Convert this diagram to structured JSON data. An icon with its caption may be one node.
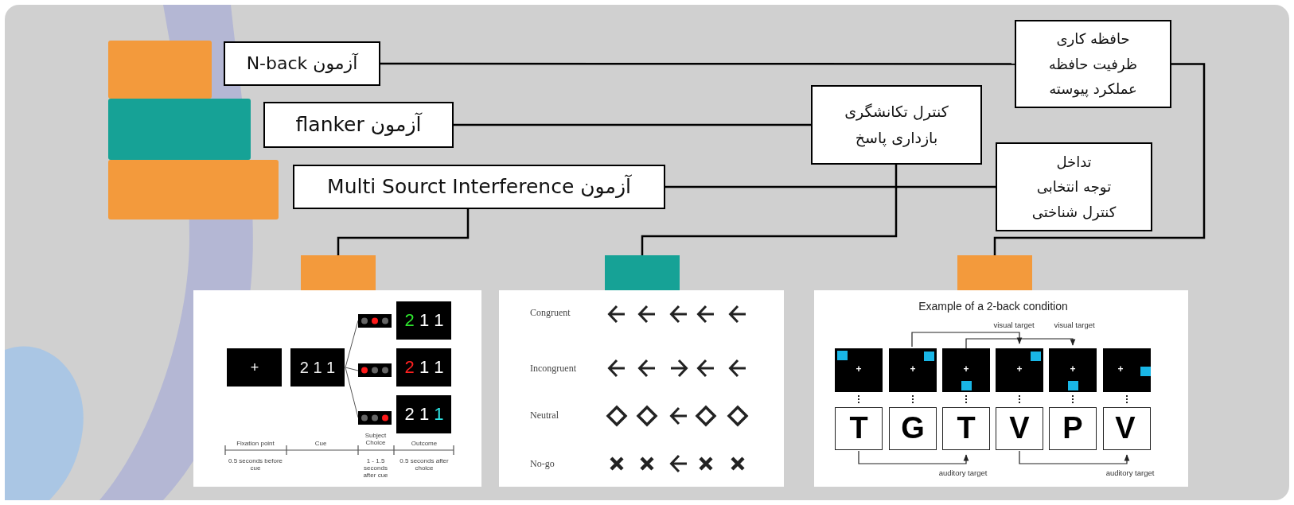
{
  "diagram": {
    "nodes": [
      {
        "text": [
          "آزمون N-back"
        ]
      },
      {
        "text": [
          "آزمون flanker"
        ]
      },
      {
        "text": [
          "آزمون Multi Sourct Interference"
        ]
      },
      {
        "text": [
          "حافظه کاری",
          "ظرفیت حافظه",
          "عملکرد پیوسته"
        ]
      },
      {
        "text": [
          "کنترل تکانشگری",
          "بازداری پاسخ"
        ]
      },
      {
        "text": [
          "تداخل",
          "توجه انتخابی",
          "کنترل شناختی"
        ]
      },
      {
        "text": [],
        "shape": "box"
      },
      {
        "text": [],
        "shape": "box"
      },
      {
        "text": [],
        "shape": "box"
      },
      {
        "text": [],
        "shape": "bar"
      },
      {
        "text": [],
        "shape": "bar"
      },
      {
        "text": [],
        "shape": "bar"
      }
    ],
    "edges": [
      {
        "from": 0,
        "to": 3,
        "arrow": "none"
      },
      {
        "from": 1,
        "to": 4,
        "arrow": "none"
      },
      {
        "from": 2,
        "to": 5,
        "arrow": "none"
      },
      {
        "from": 3,
        "to": 8,
        "arrow": "none"
      },
      {
        "from": 4,
        "to": 7,
        "arrow": "none"
      },
      {
        "from": 2,
        "to": 6,
        "arrow": "none"
      }
    ],
    "labels": [
      "+",
      "2 1 1",
      "2 1 1",
      "2 1 1",
      "2 1 1",
      "Fixation point",
      "Cue",
      "Subject Choice",
      "Outcome",
      "0.5 seconds before cue",
      "1 - 1.5 seconds after cue",
      "0.5 seconds after choice",
      "Congruent",
      "Incongruent",
      "Neutral",
      "No-go",
      "Example of a 2-back condition",
      "visual target",
      "visual target",
      "+",
      "+",
      "+",
      "+",
      "+",
      "+",
      "T",
      "G",
      "T",
      "V",
      "P",
      "V",
      "auditory target",
      "auditory target"
    ]
  }
}
